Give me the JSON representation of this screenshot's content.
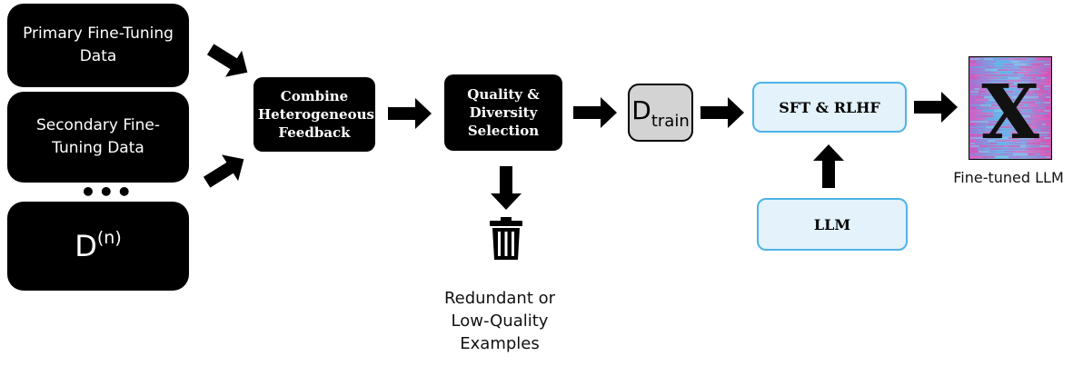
{
  "sources": {
    "primary": "Primary Fine-Tuning Data",
    "secondary": "Secondary Fine-Tuning Data",
    "ellipsis": "•••",
    "dn_base": "D",
    "dn_sup": "(n)"
  },
  "steps": {
    "combine": "Combine Heterogeneous Feedback",
    "selection": "Quality & Diversity Selection",
    "dtrain_base": "D",
    "dtrain_sub": "train",
    "sft": "SFT & RLHF",
    "llm": "LLM"
  },
  "outputs": {
    "discard": "Redundant or Low-Quality Examples",
    "finetuned": "Fine-tuned LLM",
    "thumbnail_letter": "X"
  },
  "colors": {
    "dark_box": "#000000",
    "light_box_fill": "#e3f2fb",
    "light_box_border": "#4fb3e6",
    "dtrain_fill": "#d3d3d3"
  },
  "icons": {
    "discard": "trash-can-icon"
  }
}
